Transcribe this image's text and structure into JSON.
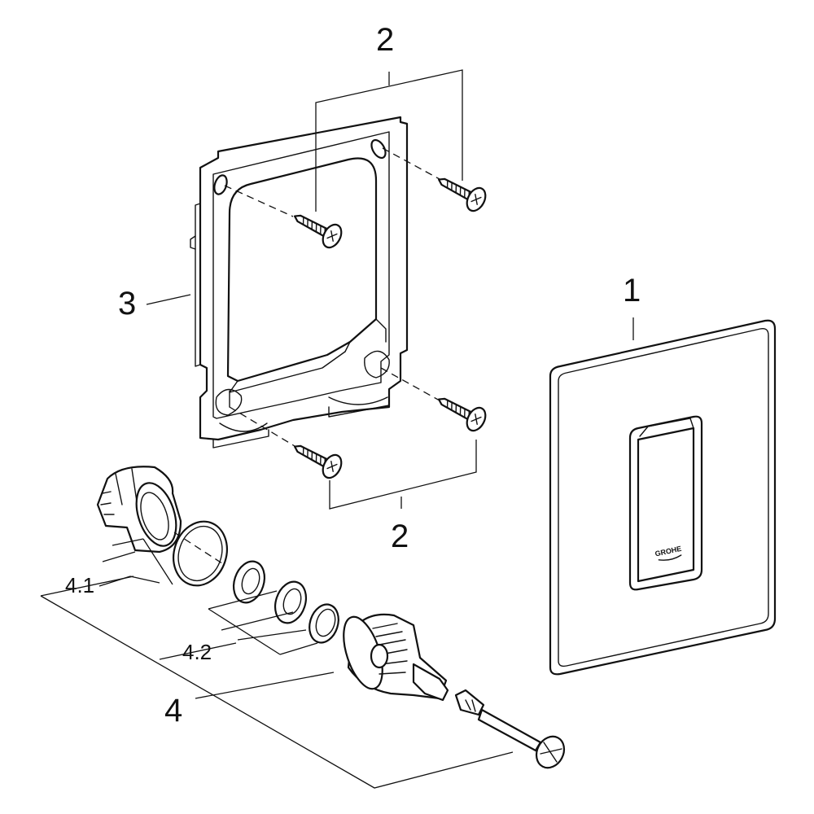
{
  "labels": {
    "face_plate": "1",
    "screws_top": "2",
    "screws_bottom": "2",
    "mounting_frame": "3",
    "valve_assembly": "4",
    "valve_part_1": "4.1",
    "valve_part_2": "4.2"
  },
  "brand_mark": "GROHE"
}
